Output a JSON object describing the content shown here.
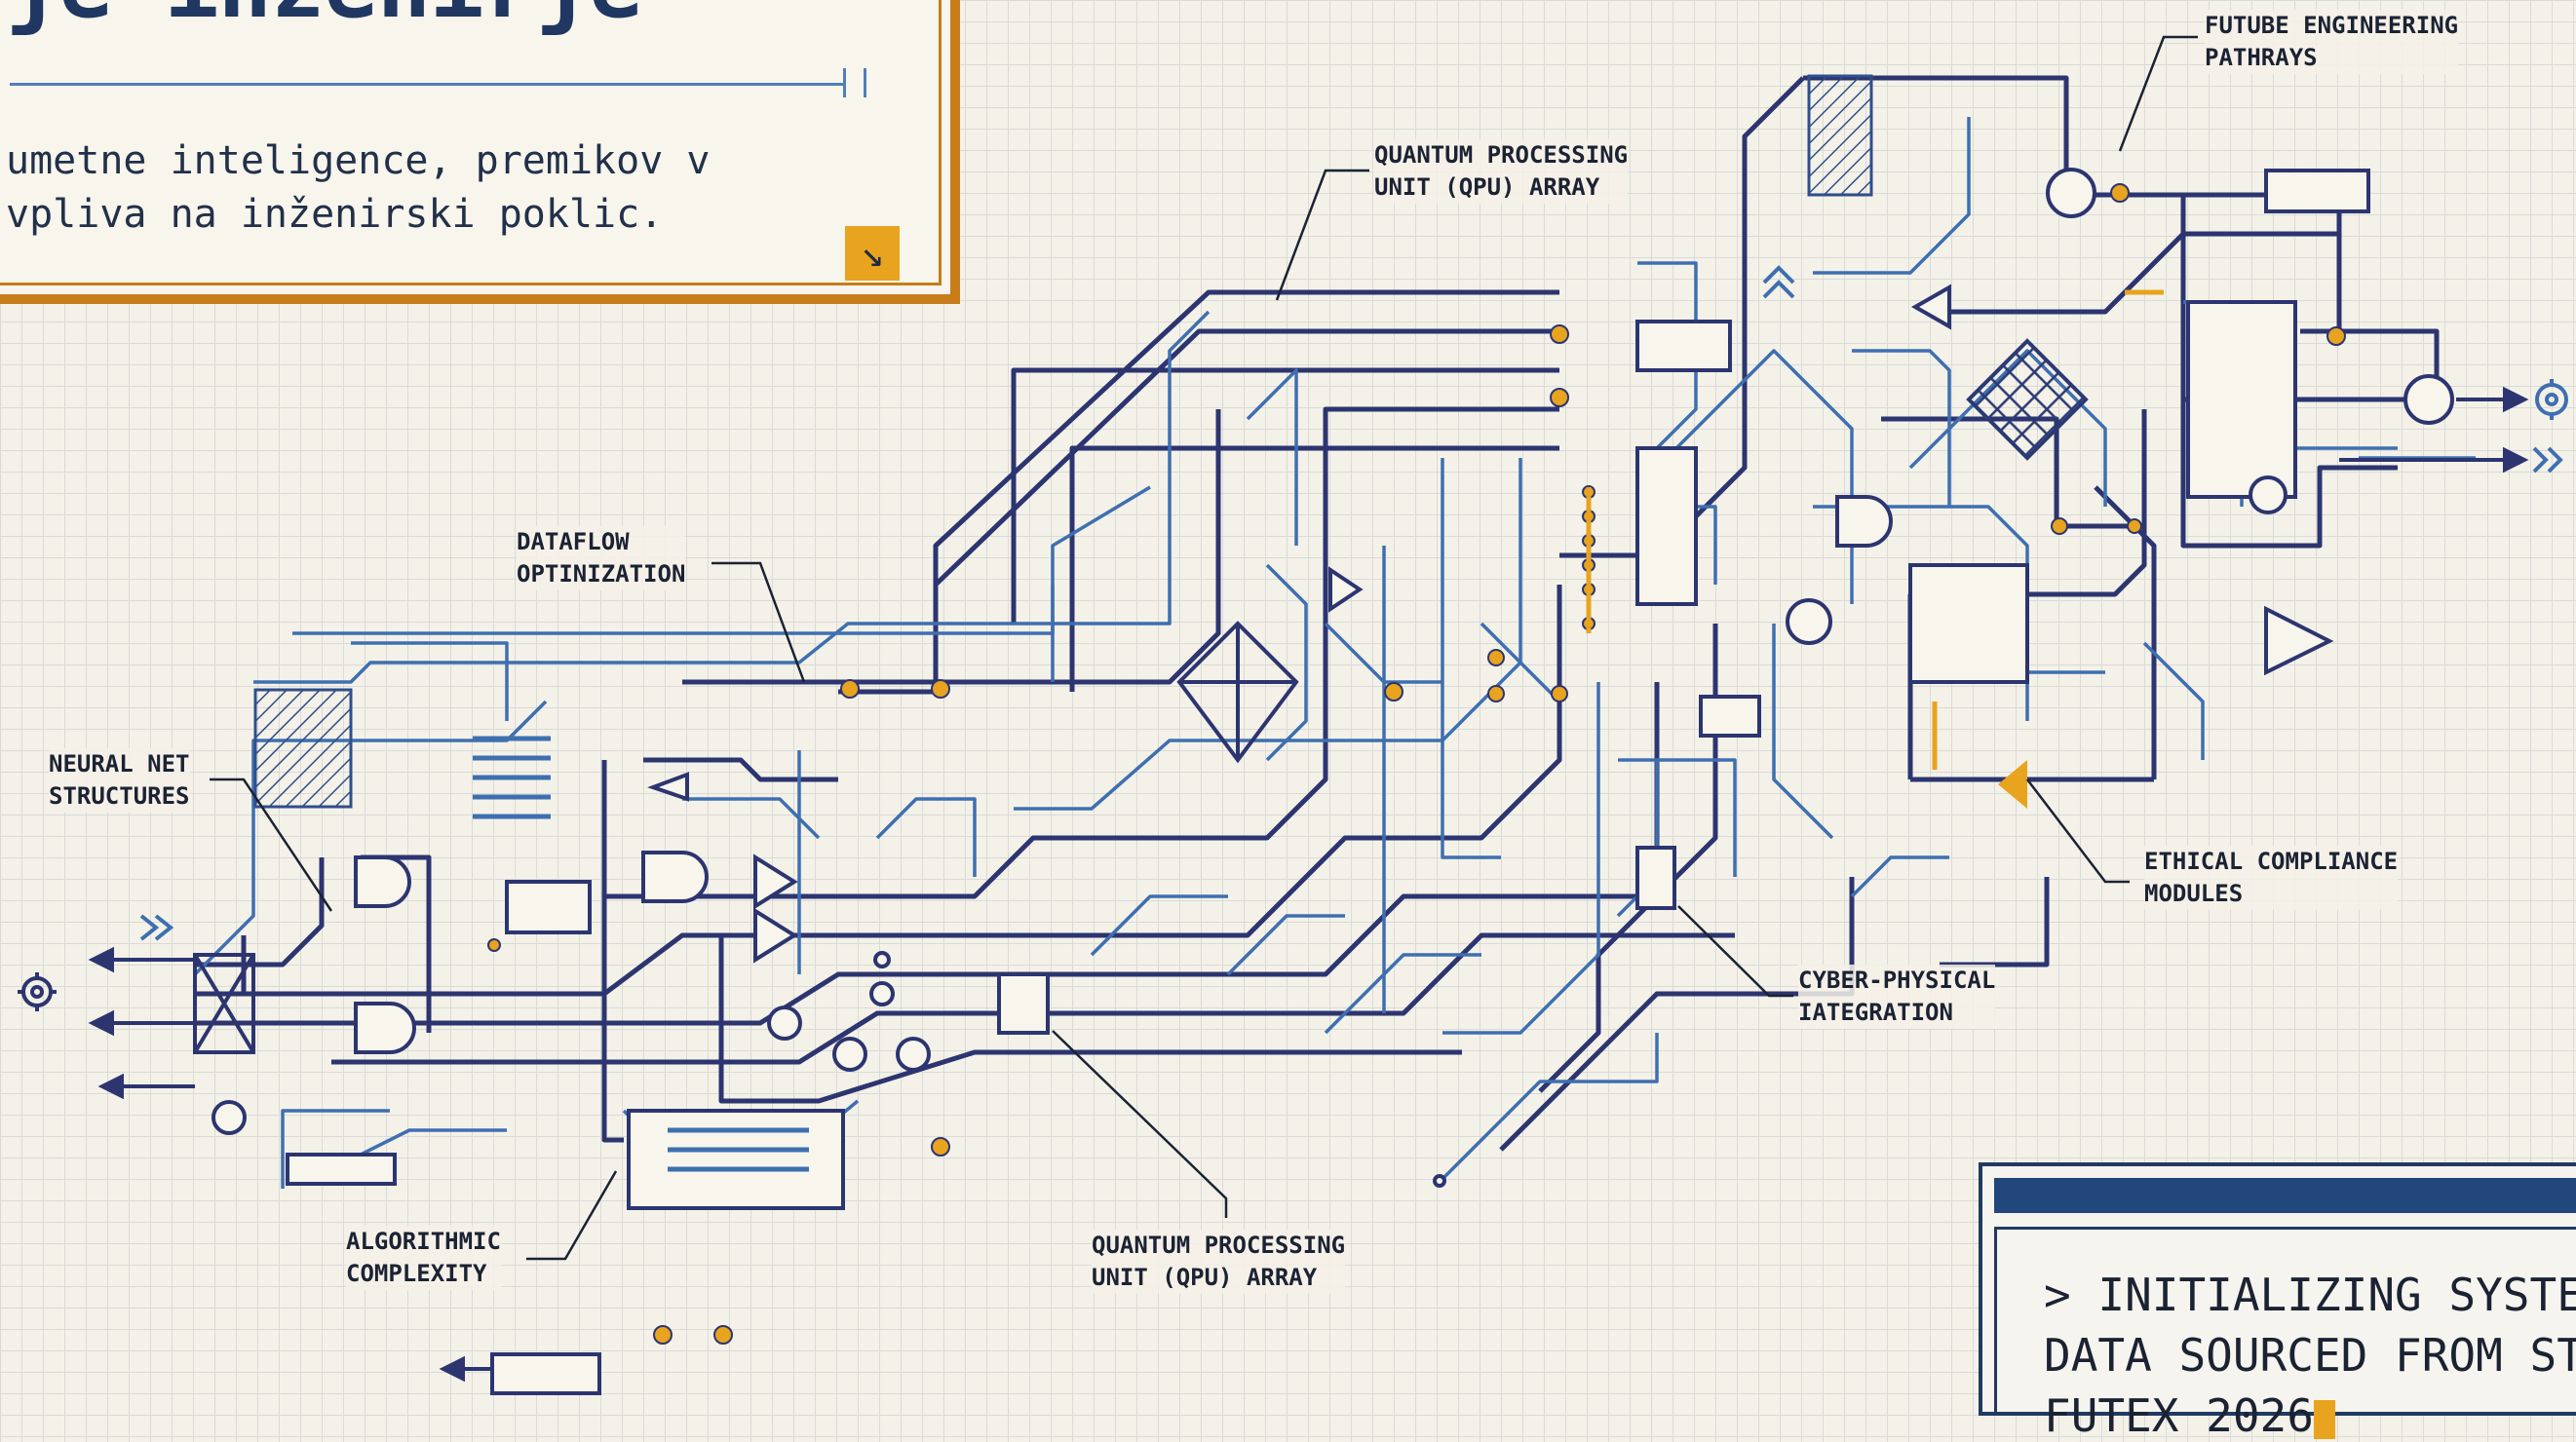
{
  "title_card": {
    "heading": "je inženirje",
    "description_line1": "umetne inteligence, premikov v",
    "description_line2": "vpliva na inženirski poklic.",
    "corner_button_icon": "arrow-down-right-icon",
    "corner_button_glyph": "↘"
  },
  "callouts": {
    "qpu_top": "QUANTUM PROCESSING\nUNIT (QPU) ARRAY",
    "future_pathways": "FUTUBE ENGINEERING\nPATHRAYS",
    "dataflow": "DATAFLOW\nOPTINIZATION",
    "neural_net": "NEURAL NET\nSTRUCTURES",
    "ethical": "ETHICAL COMPLIANCE\nMODULES",
    "cyber_physical": "CYBER-PHYSICAL\nIATEGRATION",
    "algorithmic": "ALGORITHMIC\nCOMPLEXITY",
    "qpu_bottom": "QUANTUM PROCESSING\nUNIT (QPU) ARRAY"
  },
  "console": {
    "line1": "> INITIALIZING SYSTEM",
    "line2": "DATA SOURCED FROM STA",
    "line3": "FUTEX 2026"
  },
  "colors": {
    "grid_background": "#f4f1e8",
    "blueprint_navy": "#2b3a73",
    "blueprint_blue": "#3e6fb0",
    "accent_orange": "#e8a31f",
    "frame_orange": "#c77c19"
  }
}
